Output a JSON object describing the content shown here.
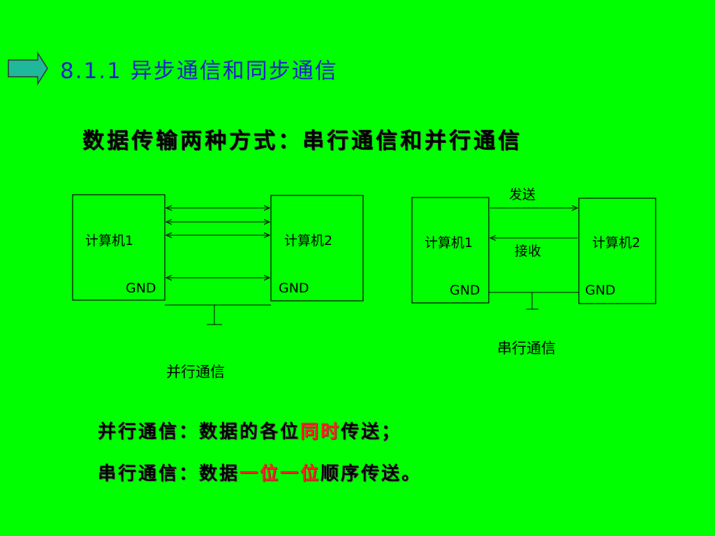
{
  "heading": {
    "number": "8.1.1",
    "text": "异步通信和同步通信"
  },
  "subtitle": "数据传输两种方式：串行通信和并行通信",
  "parallel_diagram": {
    "computer1_label": "计算机1",
    "computer2_label": "计算机2",
    "gnd1_label": "GND",
    "gnd2_label": "GND",
    "caption": "并行通信"
  },
  "serial_diagram": {
    "computer1_label": "计算机1",
    "computer2_label": "计算机2",
    "send_label": "发送",
    "receive_label": "接收",
    "gnd1_label": "GND",
    "gnd2_label": "GND",
    "caption": "串行通信"
  },
  "notes": {
    "parallel": {
      "prefix": "并行通信：数据的各位",
      "highlight": "同时",
      "suffix": "传送；"
    },
    "serial": {
      "prefix": "串行通信：数据",
      "highlight": "一位一位",
      "suffix": "顺序传送。"
    }
  },
  "colors": {
    "background": "#00FF00",
    "title": "#2222CC",
    "highlight": "#FF2222",
    "arrow_icon": "#1FB89A"
  },
  "icons": {
    "bullet": "right-arrow-icon"
  }
}
